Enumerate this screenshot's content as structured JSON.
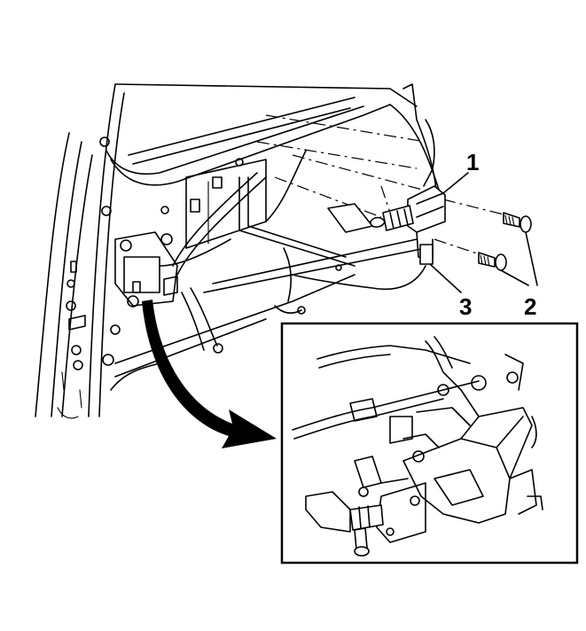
{
  "callouts": [
    {
      "id": "1",
      "label": "1"
    },
    {
      "id": "2",
      "label": "2"
    },
    {
      "id": "3",
      "label": "3"
    }
  ],
  "colors": {
    "ink": "#000000",
    "paper": "#ffffff"
  },
  "icons": [
    "curved-arrow-icon",
    "screw-icon",
    "door-lock-actuator-icon"
  ]
}
